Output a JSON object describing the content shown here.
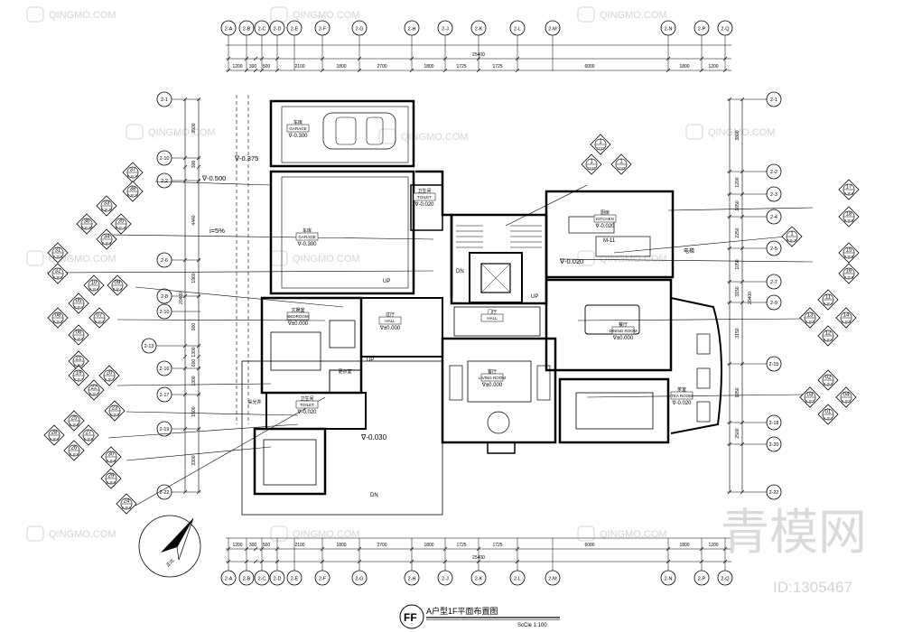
{
  "sheet": {
    "title": "A户型1F平面布置图",
    "scale": "ScCle 1:100",
    "title_mark": "FF",
    "north_label": "正北"
  },
  "watermark": {
    "brand_cn": "青模网",
    "brand_en": "QINGMO.COM",
    "id": "ID:1305467"
  },
  "grid_axes": {
    "top": [
      "2-A",
      "2-B",
      "2-C",
      "2-D",
      "2-E",
      "2-F",
      "2-G",
      "2-H",
      "2-J",
      "2-K",
      "2-L",
      "2-M",
      "2-N",
      "2-P",
      "2-Q"
    ],
    "bottom": [
      "2-A",
      "2-B",
      "2-C",
      "2-D",
      "2-E",
      "2-F",
      "2-G",
      "2-H",
      "2-J",
      "2-K",
      "2-L",
      "2-M",
      "2-N",
      "2-P",
      "2-Q"
    ],
    "left": [
      "2-1",
      "2-10",
      "2-2",
      "2-6",
      "2-8",
      "2-10",
      "2-13",
      "2-16",
      "2-17",
      "2-19",
      "2-22"
    ],
    "right": [
      "2-1",
      "2-2",
      "2-3",
      "2-4",
      "2-5",
      "2-7",
      "2-9",
      "2-15",
      "2-18",
      "2-20",
      "2-22"
    ]
  },
  "dimensions": {
    "top_segments": [
      "1200",
      "300",
      "500",
      "2100",
      "1800",
      "2700",
      "1800",
      "1725",
      "1725",
      "6000",
      "1800",
      "1200"
    ],
    "top_total": "25400",
    "bottom_segments": [
      "1200",
      "300",
      "500",
      "2100",
      "1800",
      "2700",
      "1800",
      "1725",
      "1725",
      "6000",
      "1800",
      "1200"
    ],
    "bottom_total": "25400",
    "left_segments": [
      "3500",
      "300",
      "4440",
      "1960",
      "900",
      "1300",
      "600",
      "1300",
      "1500",
      "3300"
    ],
    "left_total": "20400",
    "right_segments": [
      "3800",
      "1200",
      "1650",
      "2250",
      "1050",
      "3150",
      "3150",
      "1050",
      "2500"
    ],
    "right_total": "20400"
  },
  "levels": [
    "∇-0.375",
    "∇-0.500",
    "∇-0.300",
    "∇-0.300",
    "∇-0.020",
    "∇±0.000",
    "∇±0.000",
    "∇±0.000",
    "∇-0.020",
    "∇-0.020",
    "∇-0.030",
    "∇±0.000",
    "∇-0.020",
    "i=5%"
  ],
  "rooms": [
    {
      "cn": "车库",
      "en": "GARAGE",
      "level": "∇-0.300"
    },
    {
      "cn": "车库",
      "en": "GARAGE",
      "level": "∇-0.300"
    },
    {
      "cn": "卫生间",
      "en": "TOILET",
      "level": "∇-0.020"
    },
    {
      "cn": "过厅",
      "en": "HALL",
      "level": "∇±0.000"
    },
    {
      "cn": "客厅",
      "en": "LIVING ROOM",
      "level": "∇±0.000"
    },
    {
      "cn": "厨房",
      "en": "KITCHEN",
      "level": "∇-0.020"
    },
    {
      "cn": "餐厅",
      "en": "DINING ROOM",
      "level": "∇±0.000"
    },
    {
      "cn": "茶室",
      "en": "TEA ROOM",
      "level": "∇-0.020"
    },
    {
      "cn": "文娱室",
      "en": "BEDROOM",
      "level": "∇±0.000"
    },
    {
      "cn": "卫生间",
      "en": "TOILET",
      "level": "∇-0.020"
    },
    {
      "cn": "更衣室",
      "en": "",
      "level": ""
    },
    {
      "cn": "采光井",
      "en": "",
      "level": ""
    },
    {
      "cn": "门厅",
      "en": "HALL",
      "level": ""
    }
  ],
  "misc_labels": {
    "dn1": "DN",
    "dn2": "DN",
    "up1": "UP",
    "up2": "UP",
    "up3": "UP",
    "stair_mark": "M-11",
    "elev_note": "电梯"
  },
  "callouts_left": [
    {
      "ref": "37",
      "sub": "E.1F.10"
    },
    {
      "ref": "38",
      "sub": "E.1F.10"
    },
    {
      "ref": "33",
      "sub": "E.1F.10"
    },
    {
      "ref": "36",
      "sub": "E.1F.10"
    },
    {
      "ref": "35",
      "sub": "E.1F.10"
    },
    {
      "ref": "34",
      "sub": "E.1F.9"
    },
    {
      "ref": "31",
      "sub": "E.1F.9"
    },
    {
      "ref": "32",
      "sub": "E.1F.9"
    },
    {
      "ref": "10",
      "sub": "E.1F.4"
    },
    {
      "ref": "09",
      "sub": "E.1F.4"
    },
    {
      "ref": "05",
      "sub": "E.1F.3"
    },
    {
      "ref": "08",
      "sub": "E.1F.3"
    },
    {
      "ref": "07",
      "sub": "E.1F.3"
    },
    {
      "ref": "06",
      "sub": "E.1F.3"
    },
    {
      "ref": "21",
      "sub": "E.1F.7"
    },
    {
      "ref": "19",
      "sub": "E.1F.7"
    },
    {
      "ref": "20",
      "sub": "E.1F.7"
    },
    {
      "ref": "22",
      "sub": "E.1F.7"
    },
    {
      "ref": "23",
      "sub": "E.1F.8"
    },
    {
      "ref": "25",
      "sub": "E.1F.8"
    },
    {
      "ref": "28",
      "sub": "E.1F.8"
    },
    {
      "ref": "27",
      "sub": "E.1F.8"
    },
    {
      "ref": "26",
      "sub": "E.1F.8"
    },
    {
      "ref": "30",
      "sub": "E.1F.9"
    },
    {
      "ref": "29",
      "sub": "E.1F.9"
    },
    {
      "ref": "24",
      "sub": "E.1F.8"
    }
  ],
  "callouts_right": [
    {
      "ref": "1",
      "sub": "LT.01"
    },
    {
      "ref": "1",
      "sub": "LT.02"
    },
    {
      "ref": "1",
      "sub": "LT.03"
    },
    {
      "ref": "17",
      "sub": "E.1F.6"
    },
    {
      "ref": "18",
      "sub": "E.1F.6"
    },
    {
      "ref": "1",
      "sub": "E.1F.11"
    },
    {
      "ref": "15",
      "sub": "E.1F.6"
    },
    {
      "ref": "16",
      "sub": "E.1F.6"
    },
    {
      "ref": "11",
      "sub": "E.1F.4"
    },
    {
      "ref": "13",
      "sub": "E.1F.5"
    },
    {
      "ref": "14",
      "sub": "E.1F.5"
    },
    {
      "ref": "12",
      "sub": "E.1F.4"
    },
    {
      "ref": "02",
      "sub": "E.1F.1"
    },
    {
      "ref": "03",
      "sub": "E.1F.2"
    },
    {
      "ref": "04",
      "sub": "E.1F.2"
    },
    {
      "ref": "01",
      "sub": "E.1F.1"
    }
  ]
}
